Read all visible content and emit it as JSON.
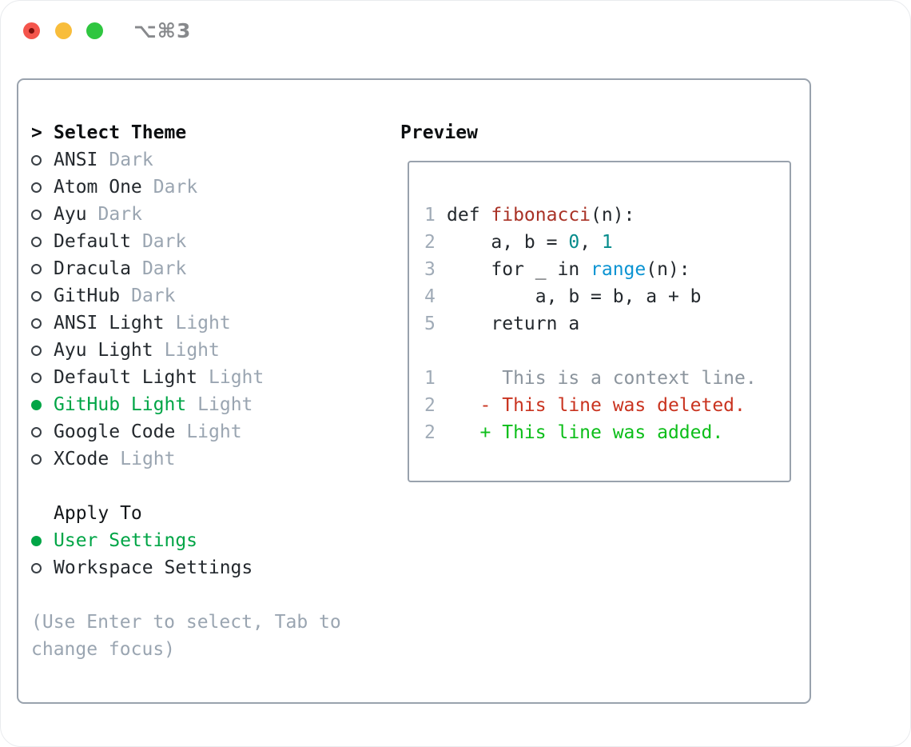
{
  "colors": {
    "green": "#00a546",
    "added": "#0cbe19",
    "removed": "#c9331f",
    "func": "#a93226",
    "number": "#058b8b",
    "builtin": "#0a93d2",
    "context": "#8b949d",
    "muted": "#9aa5b1",
    "fg": "#24292e",
    "heading": "#0d0f11",
    "border": "#99a2ad",
    "linenum": "#a0abb7",
    "traffic_red": "#f4554c",
    "traffic_red_dot": "#7d100c",
    "traffic_yellow": "#f8bd3b",
    "traffic_green": "#2fc640",
    "title_gray": "#87898c"
  },
  "window": {
    "title": "⌥⌘3"
  },
  "picker": {
    "prompt_marker": ">",
    "title": "Select Theme",
    "themes": [
      {
        "name": "ANSI",
        "variant": "Dark",
        "selected": false
      },
      {
        "name": "Atom One",
        "variant": "Dark",
        "selected": false
      },
      {
        "name": "Ayu",
        "variant": "Dark",
        "selected": false
      },
      {
        "name": "Default",
        "variant": "Dark",
        "selected": false
      },
      {
        "name": "Dracula",
        "variant": "Dark",
        "selected": false
      },
      {
        "name": "GitHub",
        "variant": "Dark",
        "selected": false
      },
      {
        "name": "ANSI Light",
        "variant": "Light",
        "selected": false
      },
      {
        "name": "Ayu Light",
        "variant": "Light",
        "selected": false
      },
      {
        "name": "Default Light",
        "variant": "Light",
        "selected": false
      },
      {
        "name": "GitHub Light",
        "variant": "Light",
        "selected": true
      },
      {
        "name": "Google Code",
        "variant": "Light",
        "selected": false
      },
      {
        "name": "XCode",
        "variant": "Light",
        "selected": false
      }
    ],
    "apply_to": {
      "label": "Apply To",
      "options": [
        {
          "label": "User Settings",
          "selected": true
        },
        {
          "label": "Workspace Settings",
          "selected": false
        }
      ]
    },
    "hint": "(Use Enter to select, Tab to change focus)"
  },
  "preview": {
    "title": "Preview",
    "lines": [
      {
        "num": "1",
        "tokens": [
          {
            "text": "def ",
            "style": "fg"
          },
          {
            "text": "fibonacci",
            "style": "func"
          },
          {
            "text": "(n):",
            "style": "fg"
          }
        ]
      },
      {
        "num": "2",
        "tokens": [
          {
            "text": "    a, b = ",
            "style": "fg"
          },
          {
            "text": "0",
            "style": "number"
          },
          {
            "text": ", ",
            "style": "fg"
          },
          {
            "text": "1",
            "style": "number"
          }
        ]
      },
      {
        "num": "3",
        "tokens": [
          {
            "text": "    for _ in ",
            "style": "fg"
          },
          {
            "text": "range",
            "style": "builtin"
          },
          {
            "text": "(n):",
            "style": "fg"
          }
        ]
      },
      {
        "num": "4",
        "tokens": [
          {
            "text": "        a, b = b, a + b",
            "style": "fg"
          }
        ]
      },
      {
        "num": "5",
        "tokens": [
          {
            "text": "    return a",
            "style": "fg"
          }
        ]
      },
      {
        "num": "",
        "tokens": []
      },
      {
        "num": "1",
        "tokens": [
          {
            "text": "     This is a context line.",
            "style": "context"
          }
        ]
      },
      {
        "num": "2",
        "tokens": [
          {
            "text": "   - This line was deleted.",
            "style": "removed"
          }
        ]
      },
      {
        "num": "2",
        "tokens": [
          {
            "text": "   + This line was added.",
            "style": "added"
          }
        ]
      }
    ]
  }
}
